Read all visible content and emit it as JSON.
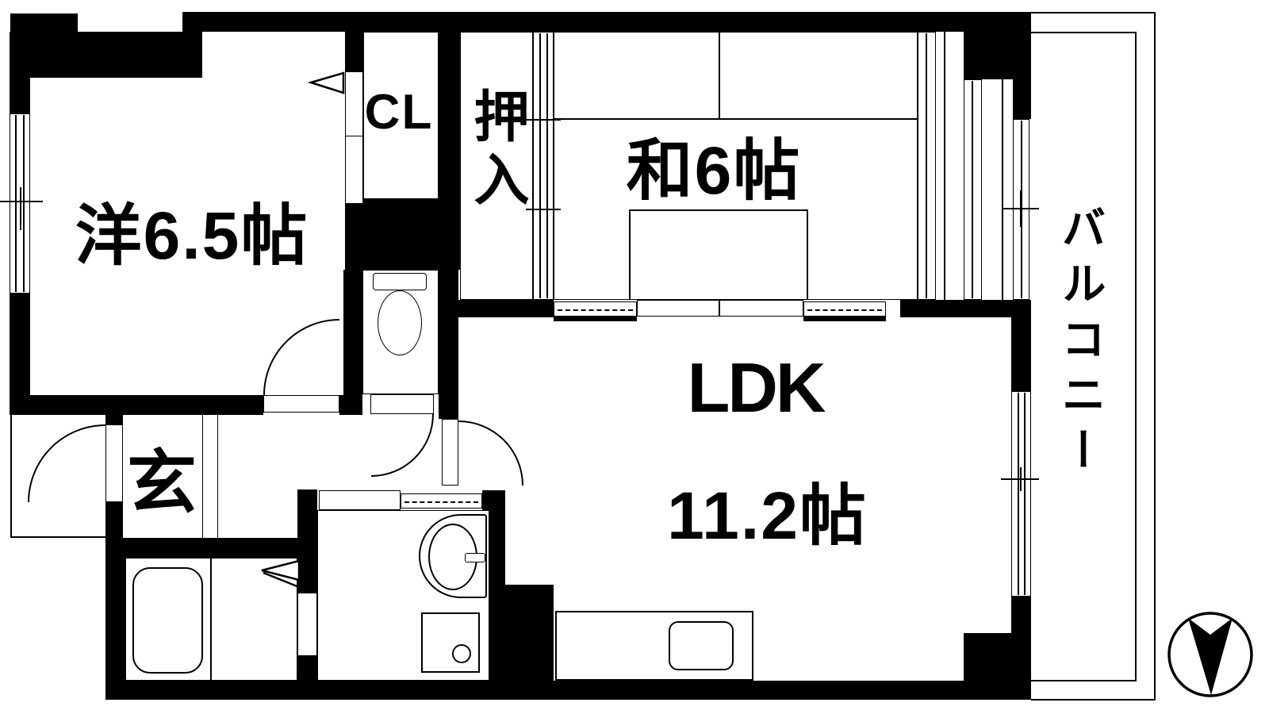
{
  "plan_title": "apartment-floor-plan",
  "rooms": {
    "western": {
      "label": "洋6.5帖"
    },
    "closet": {
      "label": "CL"
    },
    "oshiire": {
      "label": "押入"
    },
    "japanese": {
      "label": "和6帖"
    },
    "ldk": {
      "label": "LDK",
      "size": "11.2帖"
    },
    "entrance": {
      "label": "玄"
    },
    "balcony": {
      "label": "バルコニー"
    }
  },
  "icons": {
    "compass": "north-arrow"
  },
  "colors": {
    "wall": "#000000",
    "background": "#ffffff",
    "line": "#000000"
  }
}
